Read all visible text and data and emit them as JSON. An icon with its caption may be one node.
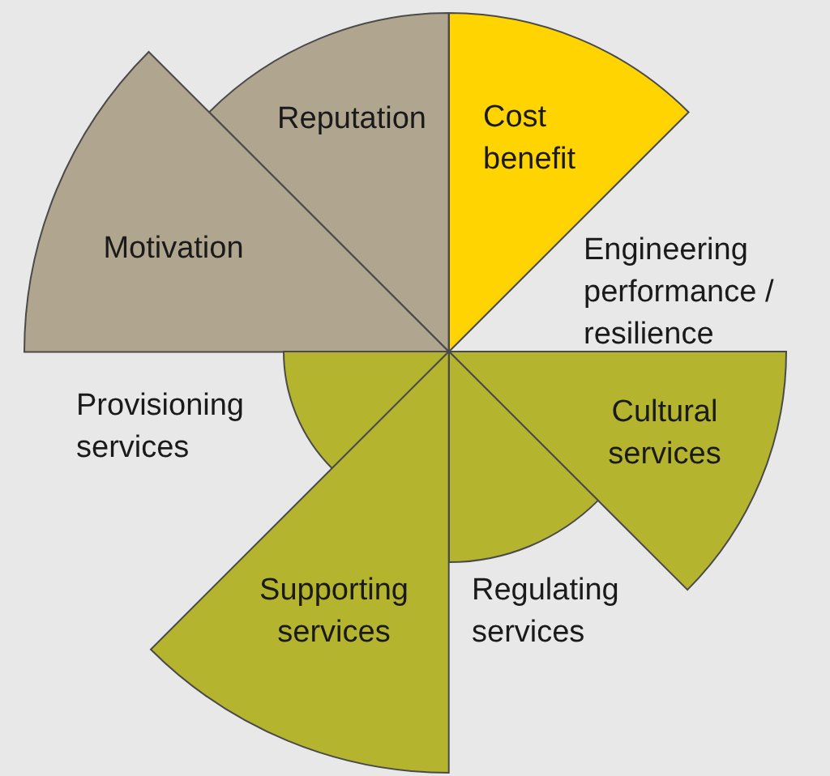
{
  "diagram": {
    "nodes": [
      {
        "text": [
          "Reputation"
        ]
      },
      {
        "text": [
          "Cost benefit"
        ]
      },
      {
        "text": [
          "Motivation"
        ]
      },
      {
        "text": [
          "Engineering performance / resilience"
        ]
      },
      {
        "text": [
          "Provisioning services"
        ]
      },
      {
        "text": [
          "Cultural services"
        ]
      },
      {
        "text": [
          "Supporting services"
        ]
      },
      {
        "text": [
          "Regulating services"
        ]
      }
    ]
  }
}
